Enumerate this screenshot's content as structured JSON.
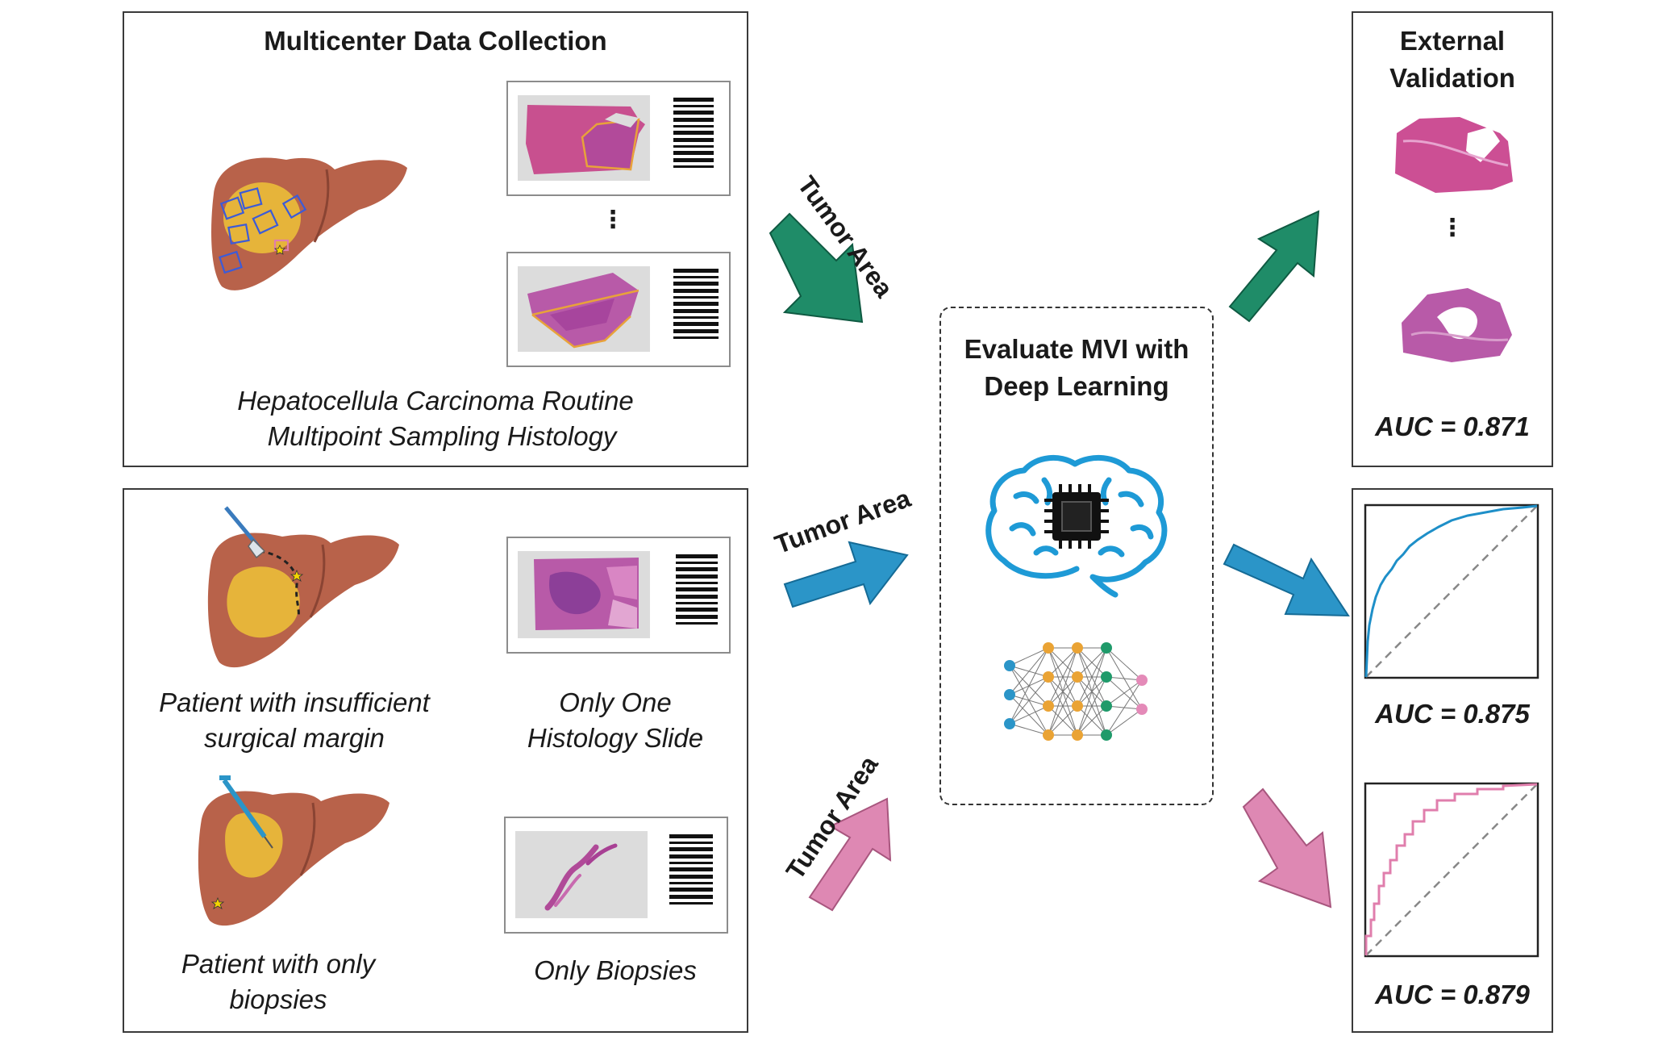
{
  "colors": {
    "green_arrow": "#1f8c68",
    "blue_arrow": "#2b95c8",
    "pink_arrow": "#de88b3",
    "liver": "#b8624a",
    "tumor": "#e6b43a",
    "he_stain": "#c8508f",
    "roc_blue": "#1e8fc8",
    "roc_pink": "#e07eac"
  },
  "top_left": {
    "title": "Multicenter Data Collection",
    "caption_line1": "Hepatocellula Carcinoma Routine",
    "caption_line2": "Multipoint Sampling Histology",
    "dots": "⋮"
  },
  "bottom_left": {
    "case1_line1": "Patient with insufficient",
    "case1_line2": "surgical margin",
    "slide1_line1": "Only One",
    "slide1_line2": "Histology Slide",
    "case2_line1": "Patient with only",
    "case2_line2": "biopsies",
    "slide2_label": "Only Biopsies"
  },
  "arrows": {
    "top_label": "Tumor Area",
    "mid_label": "Tumor Area",
    "bottom_label": "Tumor Area"
  },
  "center": {
    "title_line1": "Evaluate MVI with",
    "title_line2": "Deep Learning"
  },
  "right": {
    "validation_line1": "External",
    "validation_line2": "Validation",
    "dots": "⋮",
    "auc1": "AUC = 0.871",
    "auc2": "AUC = 0.875",
    "auc3": "AUC = 0.879"
  }
}
